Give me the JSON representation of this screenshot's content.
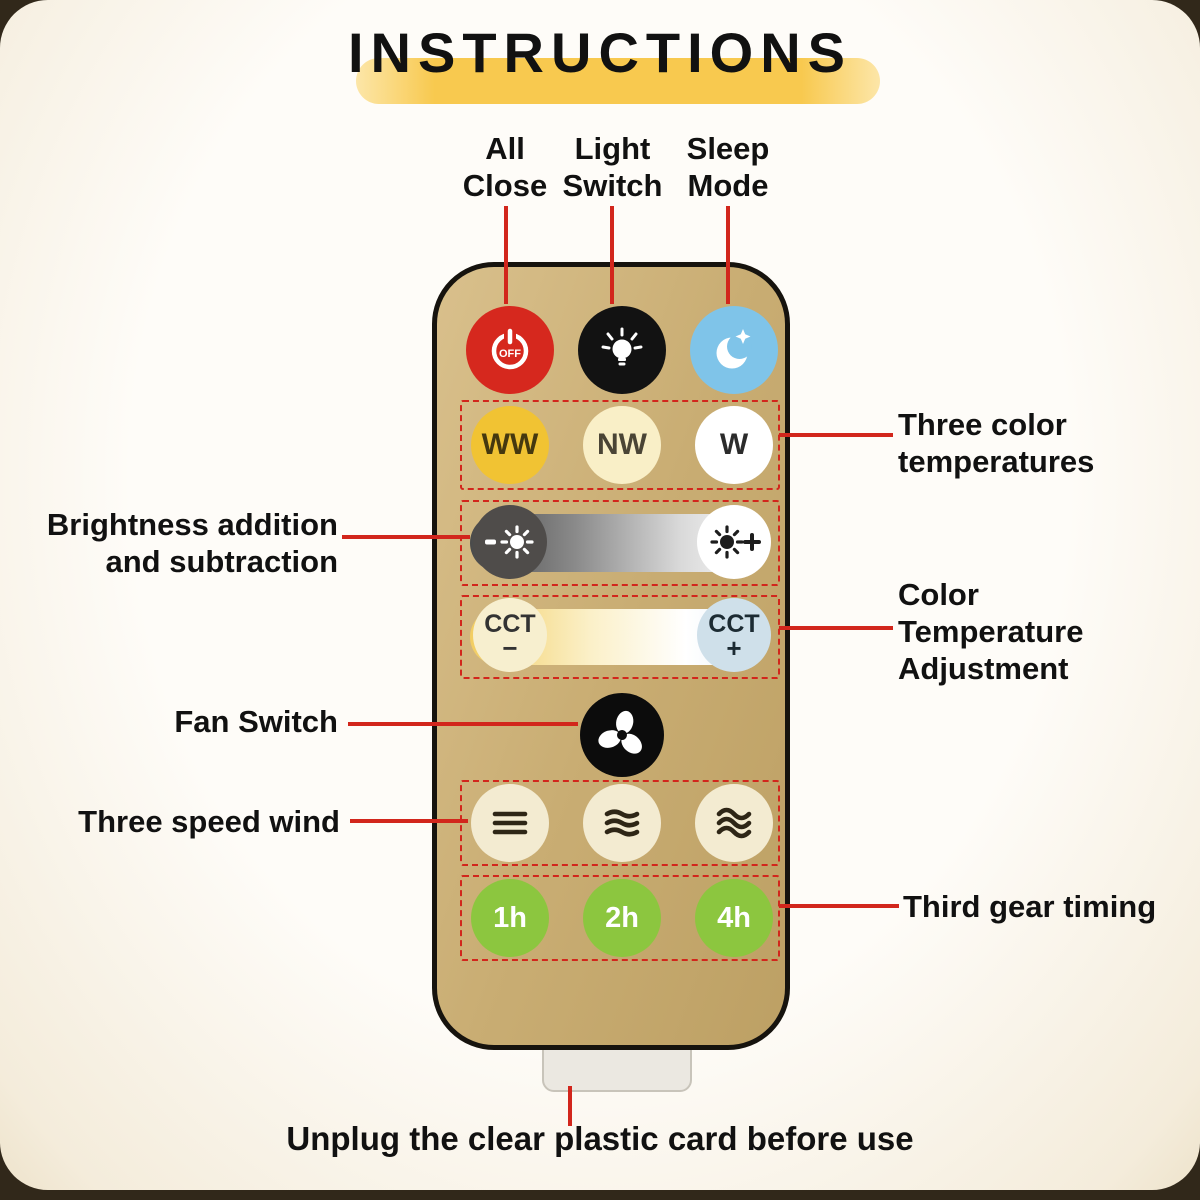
{
  "title": "INSTRUCTIONS",
  "callouts": {
    "all_close": [
      "All",
      "Close"
    ],
    "light_switch": [
      "Light",
      "Switch"
    ],
    "sleep_mode": [
      "Sleep",
      "Mode"
    ],
    "three_color_temperatures": [
      "Three color",
      "temperatures"
    ],
    "brightness": [
      "Brightness addition",
      "and subtraction"
    ],
    "color_temperature_adjustment": [
      "Color",
      "Temperature",
      "Adjustment"
    ],
    "fan_switch": "Fan Switch",
    "three_speed_wind": "Three speed wind",
    "third_gear_timing": "Third gear timing"
  },
  "footer_note": "Unplug the clear plastic card before use",
  "remote": {
    "power_button": {
      "label": "OFF"
    },
    "color_temp_buttons": [
      "WW",
      "NW",
      "W"
    ],
    "cct_minus": {
      "label": "CCT",
      "sign": "−"
    },
    "cct_plus": {
      "label": "CCT",
      "sign": "+"
    },
    "timer_buttons": [
      "1h",
      "2h",
      "4h"
    ],
    "icons": {
      "power": "power-off-icon",
      "light": "light-bulb-icon",
      "sleep": "moon-star-icon",
      "brightness_down": "brightness-minus-icon",
      "brightness_up": "brightness-plus-icon",
      "fan": "fan-icon",
      "wind": [
        "wind-speed-1-icon",
        "wind-speed-2-icon",
        "wind-speed-3-icon"
      ]
    }
  },
  "colors": {
    "annotation_red": "#d2261c",
    "remote_body": "#c9ad73",
    "power_red": "#d6281e",
    "sleep_blue": "#7fc4e9",
    "ww_gold": "#f1c333",
    "nw_cream": "#f9efc7",
    "white": "#ffffff",
    "timer_green": "#8cc63f",
    "title_highlight": "#f8c94f"
  }
}
